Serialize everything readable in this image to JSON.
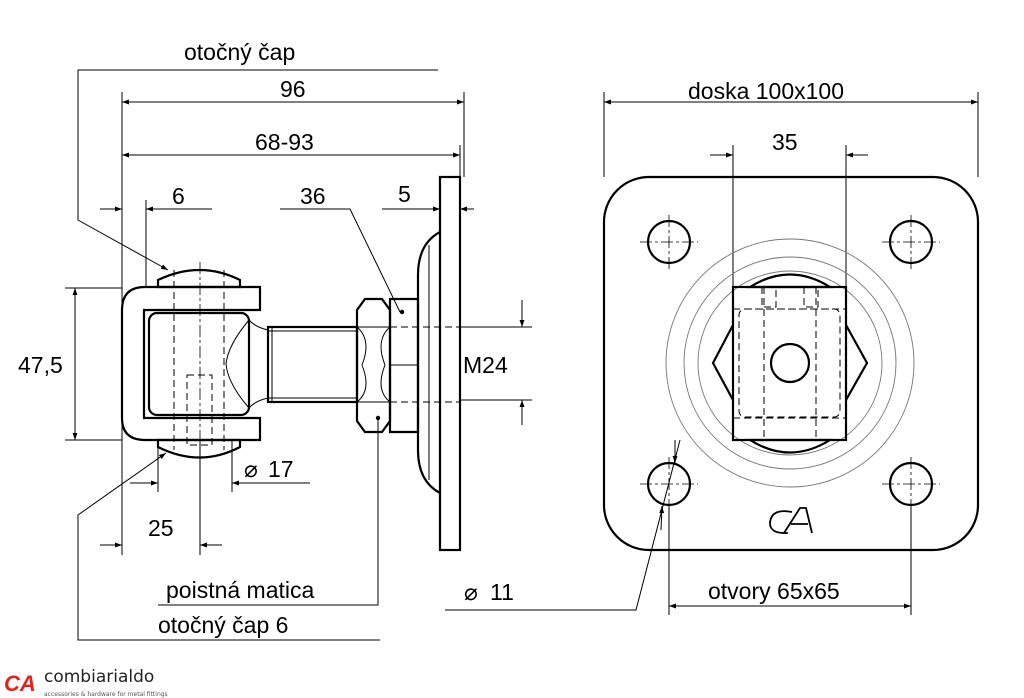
{
  "labels": {
    "rotating_cap": "otočný čap",
    "dim_96": "96",
    "dim_68_93": "68-93",
    "dim_6": "6",
    "dim_36": "36",
    "dim_5": "5",
    "dim_47_5": "47,5",
    "dim_m24": "M24",
    "dim_d17": "17",
    "dim_25": "25",
    "lock_nut": "poistná matica",
    "rotating_cap_6": "otočný čap 6",
    "dim_d11": "11",
    "plate": "doska 100x100",
    "dim_35": "35",
    "holes": "otvory 65x65",
    "diameter_symbol": "⌀"
  },
  "logo": {
    "mark": "CA",
    "name": "combiarialdo",
    "tagline": "accessories & hardware for metal fittings",
    "color": "#e2231a"
  }
}
